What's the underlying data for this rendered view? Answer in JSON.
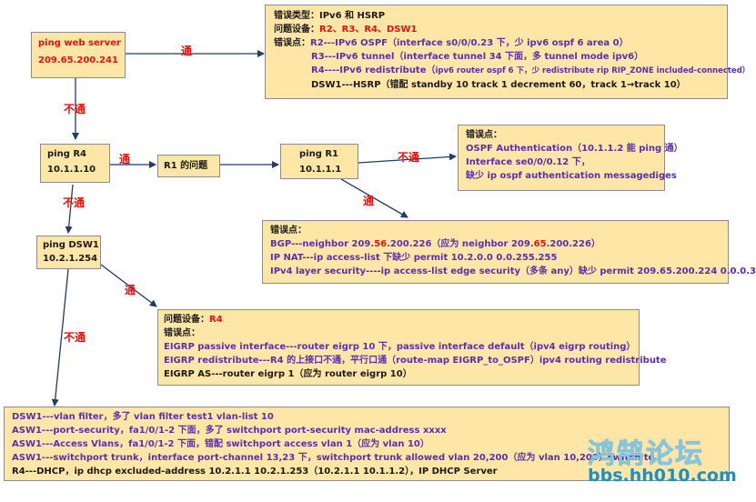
{
  "nodes": {
    "ping_web": {
      "l1": "ping web server",
      "l2": "209.65.200.241"
    },
    "ping_r4": {
      "l1": "ping R4",
      "l2": "10.1.1.10"
    },
    "r1_issue": {
      "l1": "R1 的问题"
    },
    "ping_r1": {
      "l1": "ping R1",
      "l2": "10.1.1.1"
    },
    "ping_dsw1": {
      "l1": "ping DSW1",
      "l2": "10.2.1.254"
    }
  },
  "labels": {
    "tong1": "通",
    "butong1": "不通",
    "tong2": "通",
    "butong2": "不通",
    "butong3": "不通",
    "tong3": "通",
    "tong4": "通",
    "butong4": "不通"
  },
  "ipv6box": {
    "type_prefix": "错误类型：",
    "type_value": "IPv6 和 HSRP",
    "dev_prefix": "问题设备：",
    "dev_value": "R2、R3、R4、DSW1",
    "pts_prefix": "错误点：",
    "r2": "R2---IPv6 OSPF（interface s0/0/0.23 下，少 ipv6 ospf 6 area 0）",
    "r3": "R3---IPv6 tunnel（interface tunnel 34 下面，多 tunnel mode ipv6）",
    "r4_main": "R4----IPv6 redistribute（",
    "r4_small": "ipv6 router ospf 6 下，少 redistribute rip RIP_ZONE included-connected）",
    "dsw1": "DSW1---HSRP（错配 standby 10 track 1 decrement 60，track 1→track 10）"
  },
  "ospfbox": {
    "title": "错误点：",
    "l1": "OSPF Authentication（10.1.1.2 能 ping 通）",
    "l2": "Interface se0/0/0.12 下，",
    "l3": "缺少 ip ospf authentication messagediges"
  },
  "bgpbox": {
    "title": "错误点：",
    "bgp_a": "BGP---neighbor 209.",
    "bgp_b": "56",
    "bgp_c": ".200.226（应为 neighbor 209.",
    "bgp_d": "65",
    "bgp_e": ".200.226）",
    "nat": "IP NAT---ip access-list 下缺少 permit 10.2.0.0 0.0.255.255",
    "sec": "IPv4 layer security----ip access-list edge security（多条 any）缺少 permit 209.65.200.224 0.0.0.3"
  },
  "eigrpbox": {
    "dev_prefix": "问题设备：",
    "dev_value": "R4",
    "pts": "错误点：",
    "l1": "EIGRP passive interface---router eigrp 10 下，passive interface default（ipv4 eigrp routing）",
    "l2": "EIGRP redistribute---R4 的上接口不通，平行口通（route-map EIGRP_to_OSPF）ipv4 routing redistribute",
    "l3": "EIGRP AS---router eigrp 1（应为 router eigrp 10）"
  },
  "switchbox": {
    "l1": "DSW1---vlan filter，多了 vlan filter test1 vlan-list 10",
    "l2": "ASW1---port-security，fa1/0/1-2 下面，多了 switchport port-security mac-address xxxx",
    "l3": "ASW1---Access Vlans，fa1/0/1-2 下面，错配 switchport access vlan 1（应为 vlan 10）",
    "l4": "ASW1---switchport trunk，interface port-channel 13,23 下，switchport trunk allowed vlan 20,200（应为 vlan 10,200）switch to",
    "l5": "R4---DHCP，ip dhcp excluded-address 10.2.1.1 10.2.1.253（10.2.1.1 10.1.1.2），IP DHCP Server"
  },
  "watermark": {
    "cn": "鸿鹄论坛",
    "url": "bbs.hh010.com"
  },
  "colors": {
    "box": "#fde6a6",
    "accent_red": "#e8100e",
    "text_blue": "#5a2fb0",
    "arrow": "#1f3b66"
  }
}
